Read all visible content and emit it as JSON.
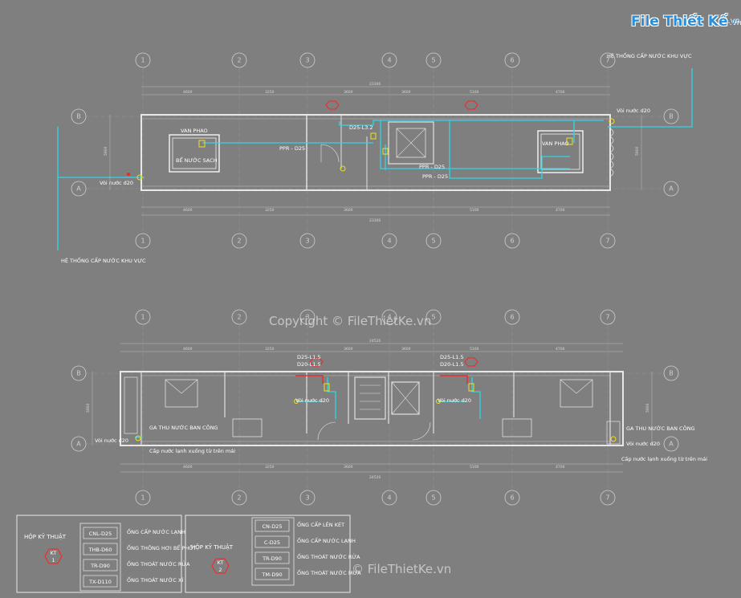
{
  "brand": {
    "logo_main": "File Thiết Kế",
    "logo_tld": ".vn"
  },
  "watermarks": {
    "center": "Copyright © FileThietKe.vn",
    "bottom": "© FileThietKe.vn"
  },
  "colors": {
    "background": "#7f7f7f",
    "pipe": "#2fd6e6",
    "wall": "#e8e8e8",
    "fixture": "#f0e020",
    "tag": "#ff2020"
  },
  "plan_top": {
    "supply_label_top": "HỆ THỐNG CẤP NƯỚC KHU VỰC",
    "supply_label_bottom": "HỆ THỐNG CẤP NƯỚC KHU VỰC",
    "float_valve_left": "VAN PHAO",
    "tank_left": "BỂ NƯỚC SẠCH",
    "float_valve_right": "VAN PHAO",
    "pipe_ppr_1": "PPR - D25",
    "pipe_ppr_2": "PPR - D25",
    "pipe_ppr_3": "PPR - D25",
    "pipe_d25": "D25-L3.2",
    "faucet_left": "Vòi nước d20",
    "faucet_right": "Vòi nước d20",
    "dim_total_top": "23300",
    "dim_total_bottom": "23300",
    "dims_top": [
      "4600",
      "3250",
      "3600",
      "3600",
      "5100",
      "4700"
    ],
    "dims_bottom": [
      "4600",
      "3250",
      "3600",
      "5100",
      "4700"
    ],
    "dim_side_left": "5900",
    "dim_side_right": "5900"
  },
  "plan_bottom": {
    "tag_left_d25": "D25-L1.5",
    "tag_left_d20": "D20-L1.5",
    "tag_right_d25": "D25-L1.5",
    "tag_right_d20": "D20-L1.5",
    "faucet_wc_left": "Vòi nước d20",
    "faucet_wc_right": "Vòi nước d20",
    "balcony_left": "GA THU NƯỚC BAN CÔNG",
    "balcony_right": "GA THU NƯỚC BAN CÔNG",
    "faucet_left": "Vòi nước d20",
    "faucet_right": "Vòi nước d20",
    "cold_left": "Cấp nước lạnh xuống từ trên mái",
    "cold_right": "Cấp nước lạnh xuống từ trên mái",
    "dim_total_top": "24520",
    "dim_total_bottom": "24520",
    "dims_top": [
      "4600",
      "3250",
      "3600",
      "3600",
      "5100",
      "4700"
    ],
    "dims_bottom": [
      "4600",
      "3250",
      "3600",
      "5100",
      "4700"
    ],
    "dim_side_left": "5900",
    "dim_side_right": "5900"
  },
  "grid_axes": {
    "columns": [
      "1",
      "2",
      "3",
      "4",
      "5",
      "6",
      "7"
    ],
    "rows": [
      "B",
      "A"
    ]
  },
  "legend_1": {
    "title": "HỘP KỸ THUẬT",
    "tag_code": "KT",
    "tag_num": "1",
    "rows": [
      {
        "code": "CNL-D25",
        "desc": "ỐNG CẤP NƯỚC LẠNH"
      },
      {
        "code": "THB-D60",
        "desc": "ỐNG THÔNG HƠI BỂ PHỐT"
      },
      {
        "code": "TR-D90",
        "desc": "ỐNG THOÁT NƯỚC RỬA"
      },
      {
        "code": "TX-D110",
        "desc": "ỐNG THOÁT NƯỚC XÍ"
      }
    ]
  },
  "legend_2": {
    "title": "HỘP KỸ THUẬT",
    "tag_code": "KT",
    "tag_num": "2",
    "rows": [
      {
        "code": "CN-D25",
        "desc": "ỐNG CẤP LÊN KÉT"
      },
      {
        "code": "C-D25",
        "desc": "ỐNG CẤP NƯỚC LẠNH"
      },
      {
        "code": "TR-D90",
        "desc": "ỐNG THOÁT NƯỚC RỬA"
      },
      {
        "code": "TM-D90",
        "desc": "ỐNG THOÁT NƯỚC MƯA"
      }
    ]
  }
}
